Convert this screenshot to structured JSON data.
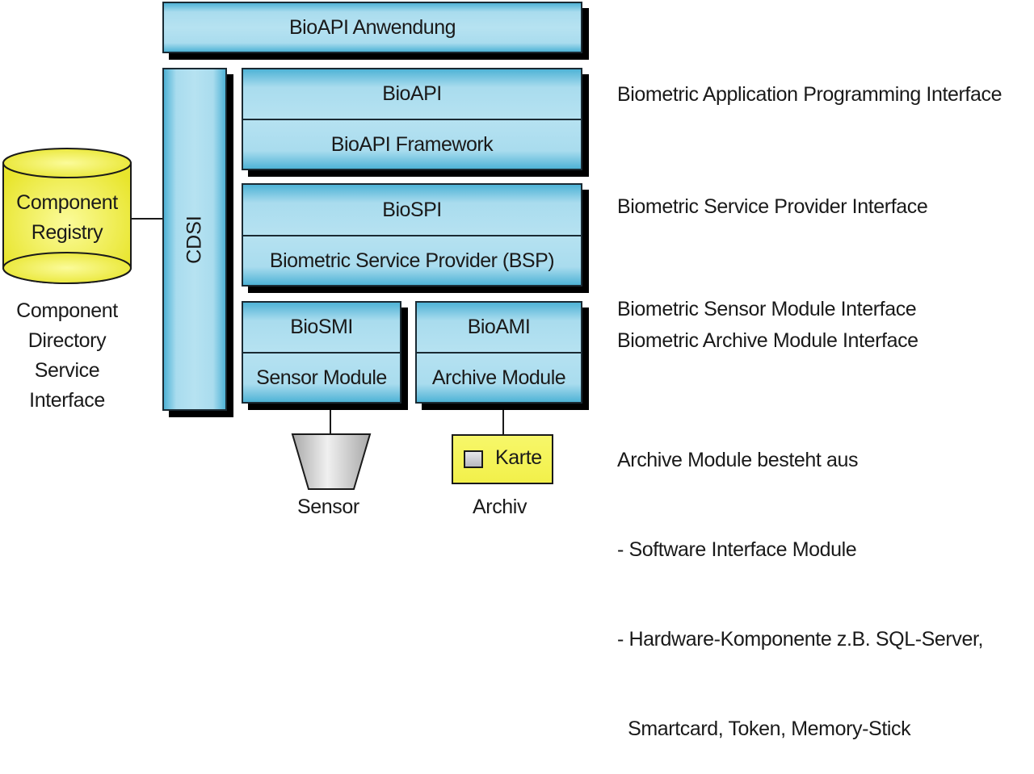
{
  "diagram": {
    "application_layer": "BioAPI Anwendung",
    "cdsi": "CDSI",
    "registry": {
      "label_line1": "Component",
      "label_line2": "Registry",
      "caption": [
        "Component",
        "Directory",
        "Service",
        "Interface"
      ]
    },
    "api_stack": {
      "top": "BioAPI",
      "bottom": "BioAPI Framework"
    },
    "spi_stack": {
      "top": "BioSPI",
      "bottom": "Biometric Service Provider (BSP)"
    },
    "sensor_stack": {
      "top": "BioSMI",
      "bottom": "Sensor Module"
    },
    "archive_stack": {
      "top": "BioAMI",
      "bottom": "Archive Module"
    },
    "sensor_device": {
      "caption": "Sensor"
    },
    "archive_device": {
      "label": "Karte",
      "caption": "Archiv"
    }
  },
  "annotations": {
    "api": "Biometric Application Programming Interface",
    "spi": "Biometric Service Provider Interface",
    "smi": "Biometric Sensor Module Interface",
    "ami": "Biometric Archive Module Interface",
    "archive_note": [
      "Archive Module besteht aus",
      "- Software Interface Module",
      "- Hardware-Komponente z.B. SQL-Server,",
      "  Smartcard, Token, Memory-Stick"
    ]
  },
  "colors": {
    "layer_fill": "#b6e2f1",
    "layer_edge": "#4fb3d6",
    "registry_fill": "#f2f04a",
    "card_fill": "#f5f55a",
    "sensor_fill": "#d8d8d8"
  }
}
